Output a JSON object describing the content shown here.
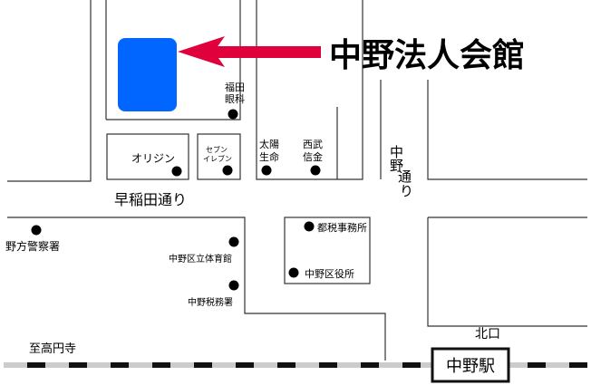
{
  "title": "中野法人会館",
  "roads": {
    "waseda": "早稲田通り",
    "nakano_dori_1": "中野",
    "nakano_dori_2": "通",
    "nakano_dori_3": "り",
    "to_koenji": "至高円寺"
  },
  "station": {
    "name": "中野駅",
    "exit": "北口"
  },
  "places": {
    "fukuda_eye_1": "福田",
    "fukuda_eye_2": "眼科",
    "origin": "オリジン",
    "seven_1": "セブン",
    "seven_2": "イレブン",
    "taiyo_1": "太陽",
    "taiyo_2": "生命",
    "seibu_1": "西武",
    "seibu_2": "信金",
    "nogata_police": "野方警察署",
    "nakano_gym": "中野区立体育館",
    "nakano_tax": "中野税務署",
    "metro_tax": "都税事務所",
    "ward_office": "中野区役所"
  },
  "colors": {
    "building": "#0066ff",
    "arrow": "#e0003c",
    "rail_light": "#cccccc",
    "rail_dark": "#111111"
  }
}
